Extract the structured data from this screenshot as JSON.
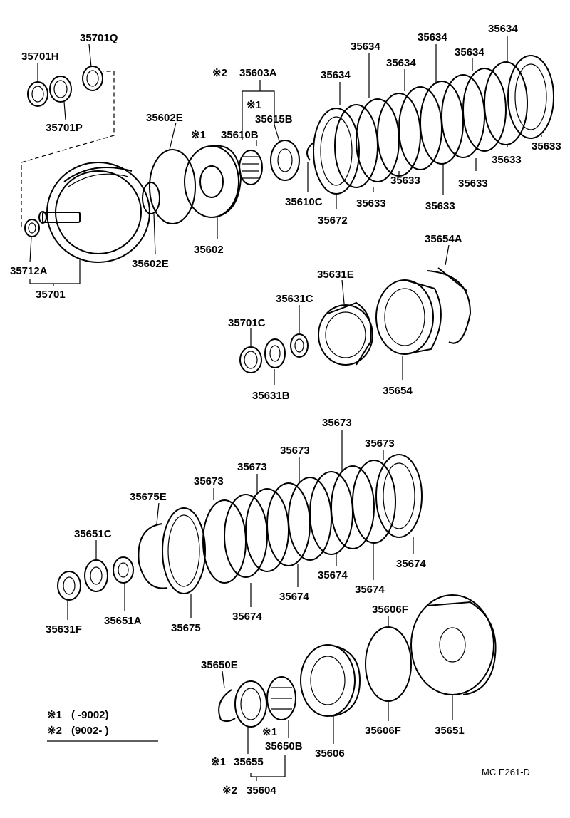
{
  "labels": {
    "p35701Q": "35701Q",
    "p35701H": "35701H",
    "p35701P": "35701P",
    "p35712A": "35712A",
    "p35701": "35701",
    "p35602E_top": "35602E",
    "p35602E_bot": "35602E",
    "p35602": "35602",
    "p35603A": "35603A",
    "mark2_35603A": "※2",
    "mark1_group": "※1",
    "p35615B": "35615B",
    "mark1_35610B": "※1",
    "p35610B": "35610B",
    "p35610C": "35610C",
    "p35672": "35672",
    "p35634_1": "35634",
    "p35634_2": "35634",
    "p35634_3": "35634",
    "p35634_4": "35634",
    "p35634_5": "35634",
    "p35634_6": "35634",
    "p35633_1": "35633",
    "p35633_2": "35633",
    "p35633_3": "35633",
    "p35633_4": "35633",
    "p35633_5": "35633",
    "p35633_6": "35633",
    "p35654A": "35654A",
    "p35631E": "35631E",
    "p35631C": "35631C",
    "p35701C": "35701C",
    "p35631B": "35631B",
    "p35654": "35654",
    "p35673_1": "35673",
    "p35673_2": "35673",
    "p35673_3": "35673",
    "p35673_4": "35673",
    "p35673_5": "35673",
    "p35675E": "35675E",
    "p35651C": "35651C",
    "p35631F": "35631F",
    "p35651A": "35651A",
    "p35675": "35675",
    "p35674_1": "35674",
    "p35674_2": "35674",
    "p35674_3": "35674",
    "p35674_4": "35674",
    "p35674_5": "35674",
    "p35606F_top": "35606F",
    "p35606F_bot": "35606F",
    "p35651": "35651",
    "p35606": "35606",
    "p35650E": "35650E",
    "mark1_35650B": "※1",
    "p35650B": "35650B",
    "mark1_35655": "※1",
    "p35655": "35655",
    "mark2_35604": "※2",
    "p35604": "35604"
  },
  "legend": {
    "line1_mark": "※1",
    "line1_text": "(         -9002)",
    "line2_mark": "※2",
    "line2_text": "(9002-         )"
  },
  "diagram_code": "MC  E261-D"
}
